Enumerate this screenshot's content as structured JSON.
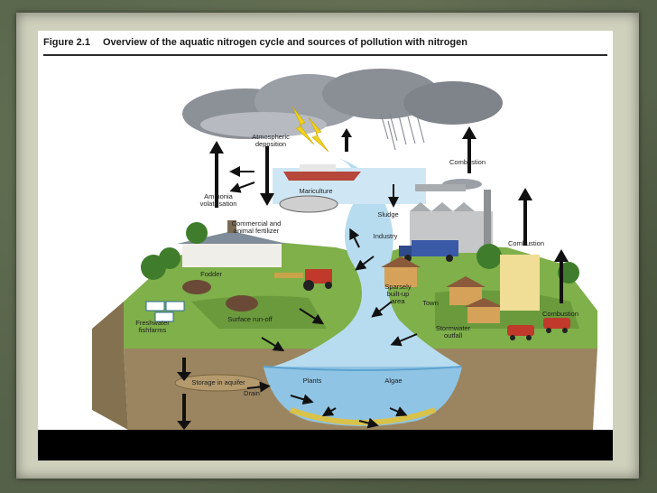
{
  "figure": {
    "number": "Figure 2.1",
    "title": "Overview of the aquatic nitrogen cycle and sources of pollution with nitrogen"
  },
  "labels": {
    "atmospheric_deposition": "Atmospheric\ndeposition",
    "ammonia_volatilisation": "Ammonia\nvolatilisation",
    "mariculture": "Mariculture",
    "combustion_top": "Combustion",
    "sludge": "Sludge",
    "industry": "Industry",
    "combustion_mid": "Combustion",
    "commercial_fertilizer": "Commercial and\nanimal fertilizer",
    "fodder": "Fodder",
    "sparsely_built_up": "Sparsely\nbuilt-up\narea",
    "town": "Town",
    "combustion_low": "Combustion",
    "freshwater_fishfarms": "Freshwater\nfishfarms",
    "surface_run_off": "Surface run-off",
    "stormwater_outfall": "Stormwater\noutfall",
    "storage_in_aquifer": "Storage in aquifer",
    "drain": "Drain",
    "plants": "Plants",
    "algae": "Algae"
  },
  "colors": {
    "sky": "#ffffff",
    "cloud": "#8a8f96",
    "land": "#7fb04a",
    "soil": "#9b8560",
    "water": "#a9d3ec",
    "lightning": "#f2d21a"
  }
}
